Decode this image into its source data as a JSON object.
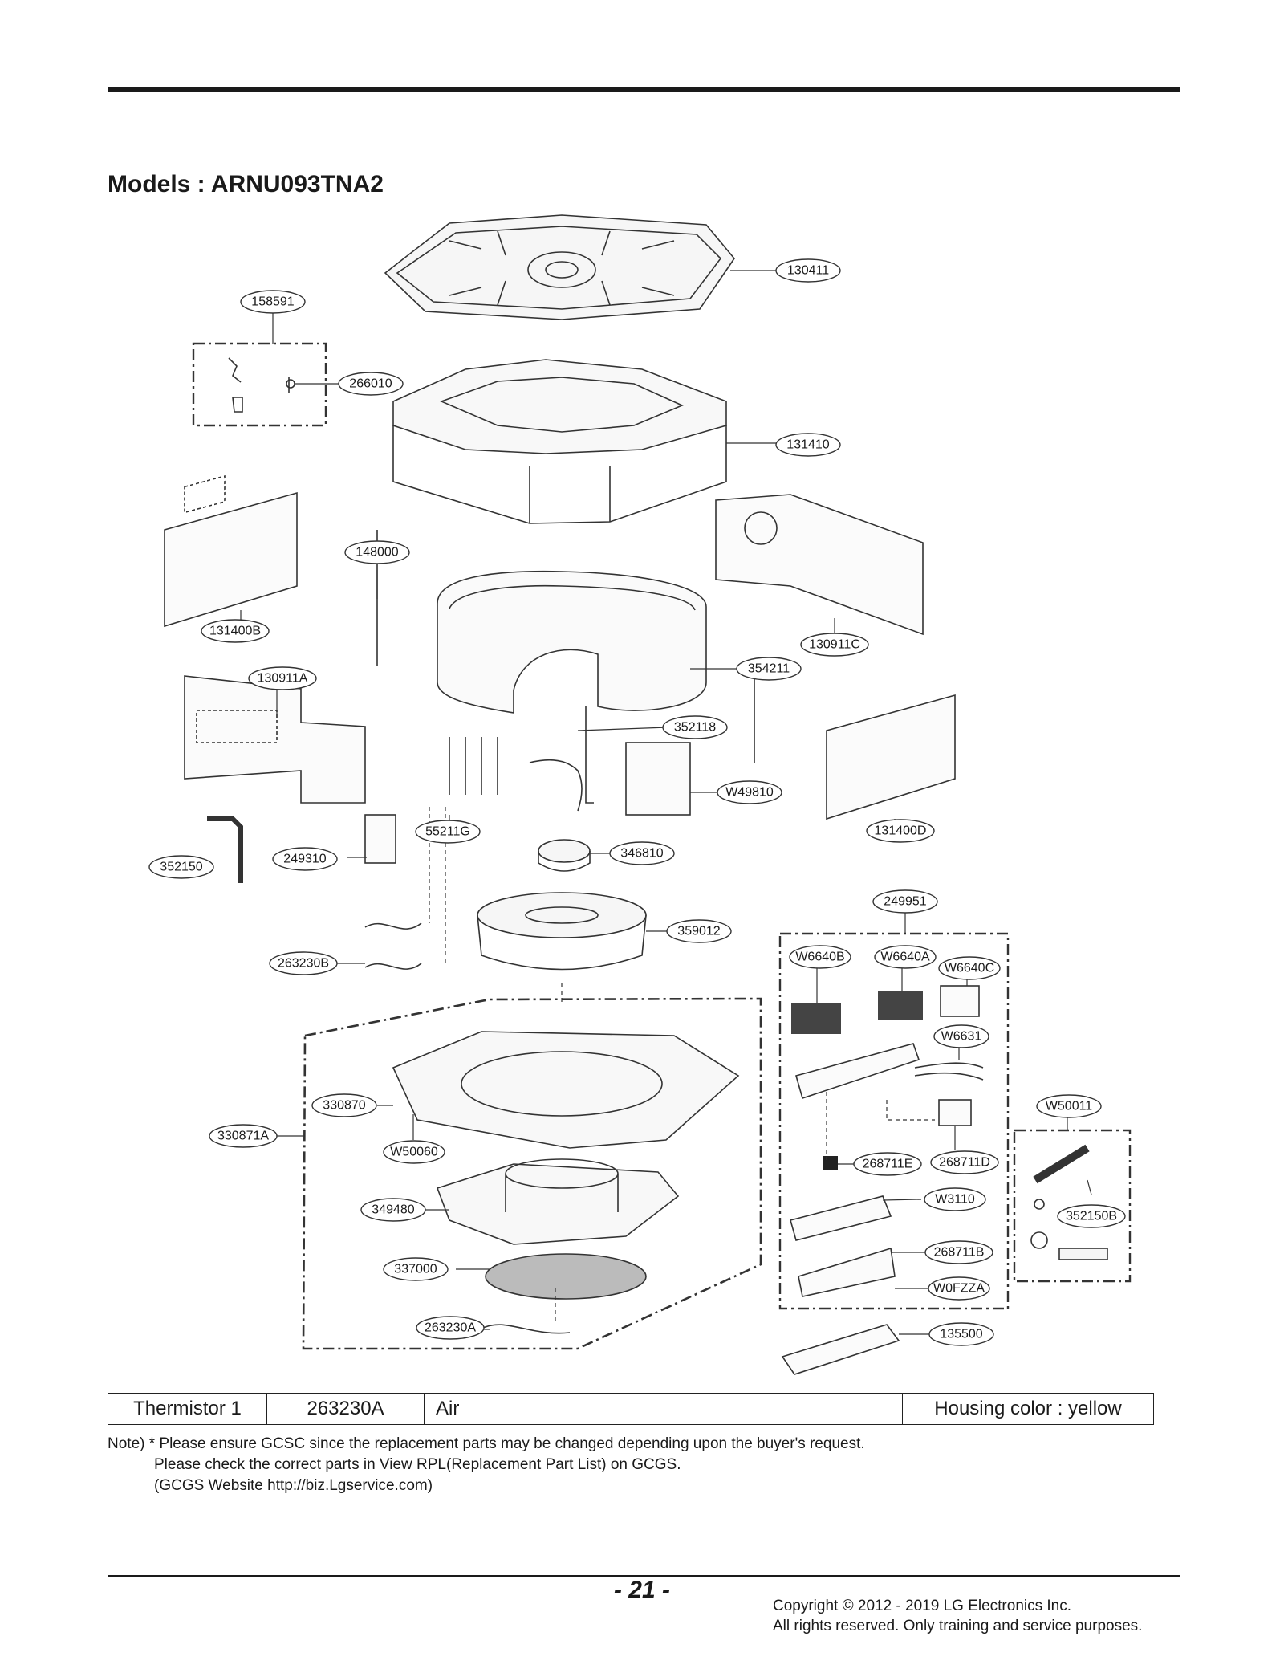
{
  "title": "Models : ARNU093TNA2",
  "parts": {
    "p130411": "130411",
    "p158591": "158591",
    "p266010": "266010",
    "p131410": "131410",
    "p148000": "148000",
    "p131400B": "131400B",
    "p130911C": "130911C",
    "p354211": "354211",
    "p130911A": "130911A",
    "p352118": "352118",
    "pW49810": "W49810",
    "p55211G": "55211G",
    "p131400D": "131400D",
    "p346810": "346810",
    "p352150": "352150",
    "p249310": "249310",
    "p249951": "249951",
    "p359012": "359012",
    "p263230B": "263230B",
    "pW6640B": "W6640B",
    "pW6640A": "W6640A",
    "pW6640C": "W6640C",
    "pW6631": "W6631",
    "p330870": "330870",
    "pW50011": "W50011",
    "p330871A": "330871A",
    "pW50060": "W50060",
    "p268711E": "268711E",
    "p268711D": "268711D",
    "pW3110": "W3110",
    "p349480": "349480",
    "p352150B": "352150B",
    "p268711B": "268711B",
    "p337000": "337000",
    "pW0FZZA": "W0FZZA",
    "p263230A": "263230A",
    "p135500": "135500"
  },
  "info_table": {
    "name": "Thermistor 1",
    "part_no": "263230A",
    "location": "Air",
    "remark": "Housing color : yellow"
  },
  "note": {
    "line1": "Note) * Please ensure GCSC since the replacement parts may be changed depending upon the buyer's request.",
    "line2": "Please check the correct parts in View RPL(Replacement Part List) on GCGS.",
    "line3": "(GCGS Website http://biz.Lgservice.com)"
  },
  "page_number": "- 21 -",
  "copyright": {
    "line1": "Copyright © 2012 - 2019 LG Electronics Inc.",
    "line2": "All rights reserved. Only training and service purposes."
  }
}
